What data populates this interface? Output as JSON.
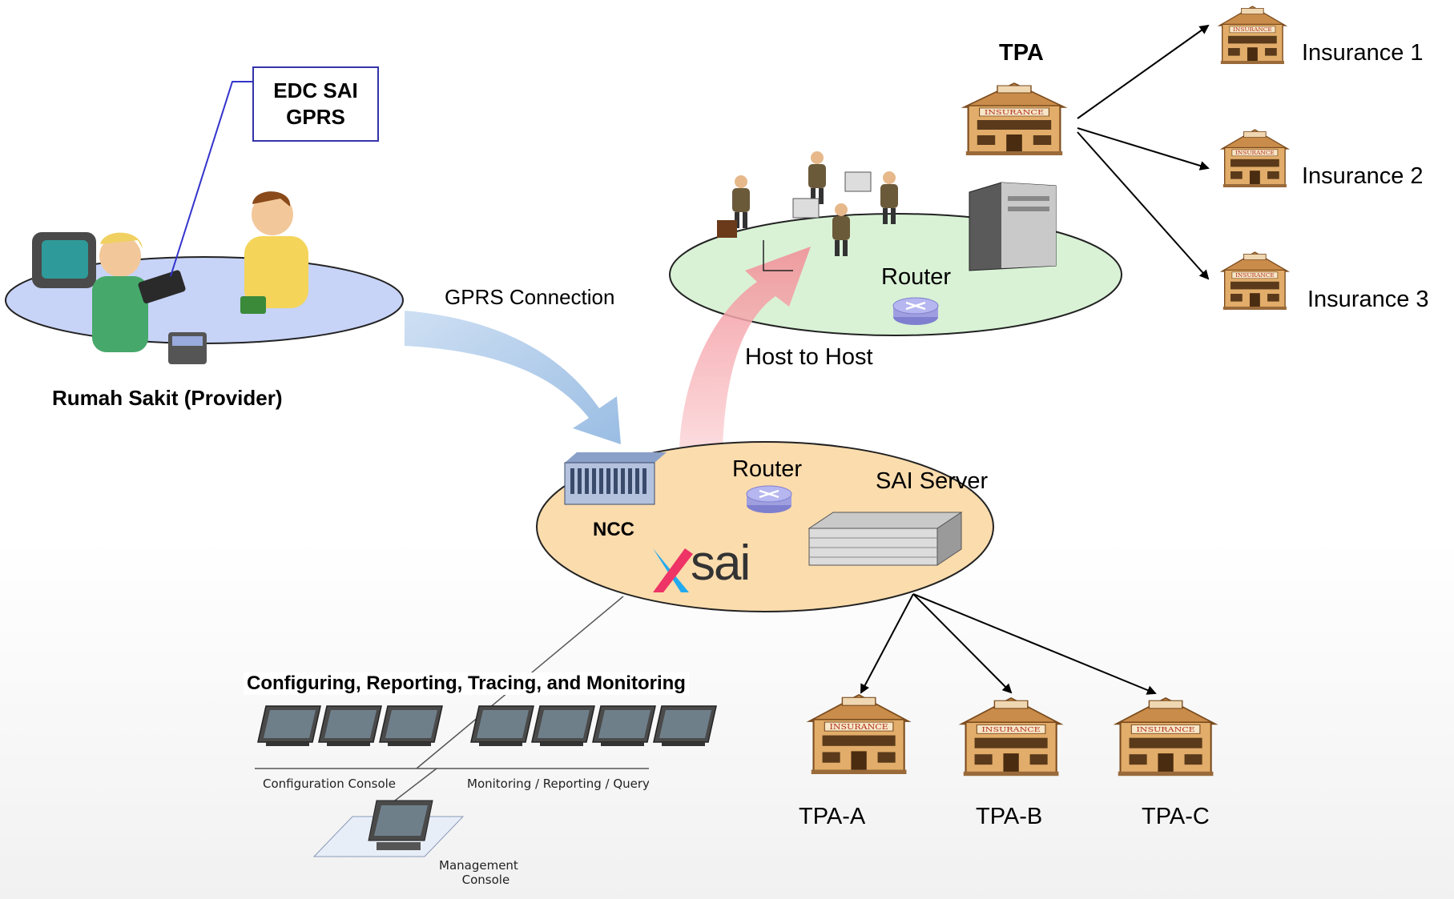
{
  "labels": {
    "edc_line1": "EDC SAI",
    "edc_line2": "GPRS",
    "provider": "Rumah Sakit (Provider)",
    "gprs": "GPRS Connection",
    "host": "Host to Host",
    "router_top": "Router",
    "router_mid": "Router",
    "sai_server": "SAI Server",
    "ncc": "NCC",
    "sai_logo": "sai",
    "tpa": "TPA",
    "insurance1": "Insurance 1",
    "insurance2": "Insurance 2",
    "insurance3": "Insurance 3",
    "tpa_a": "TPA-A",
    "tpa_b": "TPA-B",
    "tpa_c": "TPA-C",
    "crtm": "Configuring, Reporting, Tracing, and Monitoring",
    "config_console": "Configuration Console",
    "monitoring": "Monitoring / Reporting / Query",
    "mgmt1": "Management",
    "mgmt2": "Console"
  },
  "building_sign": "INSURANCE",
  "colors": {
    "provider_ellipse": "#c7d3f7",
    "tpa_ellipse": "#d9f2d6",
    "sai_ellipse": "#fbdcad",
    "gprs_arrow": "#a9c8e8",
    "host_arrow": "#f5a3a8",
    "building": "#e2ad6a",
    "router": "#a9a9e8"
  }
}
